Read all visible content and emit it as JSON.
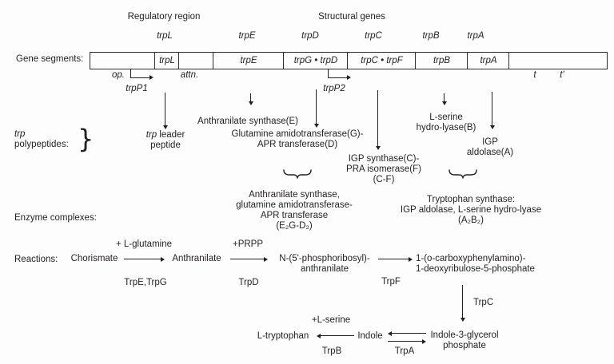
{
  "colors": {
    "ink": "#231f20",
    "background": "#fdfdfd"
  },
  "headers": {
    "regulatory": "Regulatory region",
    "structural": "Structural genes"
  },
  "gene_labels": {
    "trpL": "trpL",
    "trpE": "trpE",
    "trpD": "trpD",
    "trpC": "trpC",
    "trpB": "trpB",
    "trpA": "trpA"
  },
  "gene_bar": {
    "row_label": "Gene segments:",
    "segments": [
      "",
      "trpL",
      "",
      "trpE",
      "trpG • trpD",
      "trpC • trpF",
      "trpB",
      "trpA",
      ""
    ],
    "operator": "op.",
    "attenuator": "attn.",
    "promoter1": "trpP1",
    "promoter2": "trpP2",
    "terminator": "t",
    "terminator_prime": "t'"
  },
  "polypeptides": {
    "side_label_line1": "trp",
    "side_label_line2": "polypeptides:",
    "brace": "}",
    "leader_italic": "trp",
    "leader_rest": " leader",
    "leader_line2": "peptide",
    "anthranilate_synthase": "Anthranilate synthase(E)",
    "glutamine_line1": "Glutamine amidotransferase(G)-",
    "glutamine_line2": "APR transferase(D)",
    "igp_synthase_line1": "IGP synthase(C)-",
    "igp_synthase_line2": "PRA isomerase(F)",
    "igp_synthase_line3": "(C-F)",
    "lserine_line1": "L-serine",
    "lserine_line2": "hydro-lyase(B)",
    "igp_aldolase_line1": "IGP",
    "igp_aldolase_line2": "aldolase(A)"
  },
  "enzyme_complexes": {
    "row_label": "Enzyme complexes:",
    "complex1_line1": "Anthranilate synthase,",
    "complex1_line2": "glutamine amidotransferase-",
    "complex1_line3": "APR transferase",
    "complex1_line4": "(E₂G-D₂)",
    "complex2_line1": "Tryptophan synthase:",
    "complex2_line2": "IGP aldolase, L-serine hydro-lyase",
    "complex2_line3": "(A₂B₂)"
  },
  "reactions": {
    "row_label": "Reactions:",
    "chorismate": "Chorismate",
    "plus_lglutamine": "+ L-glutamine",
    "enzyme1": "TrpE,TrpG",
    "anthranilate": "Anthranilate",
    "plus_prpp": "+PRPP",
    "enzyme2": "TrpD",
    "phosphoribosyl_line1": "N-(5'-phosphoribosyl)-",
    "phosphoribosyl_line2": "anthranilate",
    "enzyme3": "TrpF",
    "cdrp_line1": "1-(o-carboxyphenylamino)-",
    "cdrp_line2": "1-deoxyribulose-5-phosphate",
    "enzyme4": "TrpC",
    "plus_lserine": "+L-serine",
    "ltryptophan": "L-tryptophan",
    "enzyme5": "TrpB",
    "indole": "Indole",
    "enzyme6": "TrpA",
    "igp_line1": "Indole-3-glycerol",
    "igp_line2": "phosphate"
  }
}
